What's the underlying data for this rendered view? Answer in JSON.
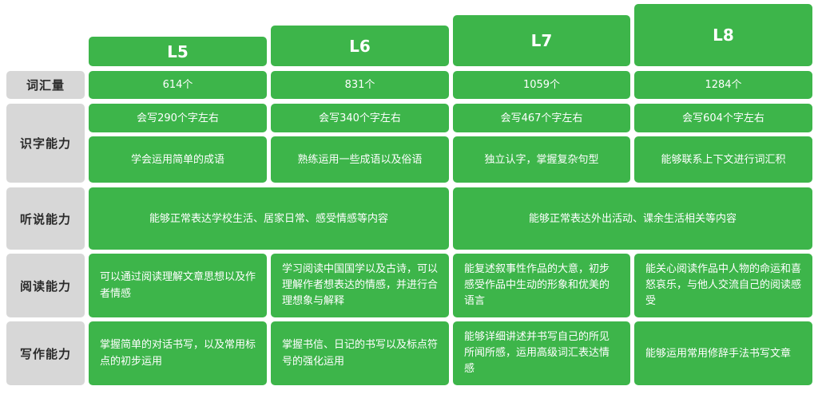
{
  "levels": [
    "L5",
    "L6",
    "L7",
    "L8"
  ],
  "rows": {
    "vocab": {
      "label": "词汇量",
      "values": [
        "614个",
        "831个",
        "1059个",
        "1284个"
      ]
    },
    "literacy": {
      "label": "识字能力",
      "line1": [
        "会写290个字左右",
        "会写340个字左右",
        "会写467个字左右",
        "会写604个字左右"
      ],
      "line2": [
        "学会运用简单的成语",
        "熟练运用一些成语以及俗语",
        "独立认字，掌握复杂句型",
        "能够联系上下文进行词汇积"
      ]
    },
    "listening": {
      "label": "听说能力",
      "values": [
        "能够正常表达学校生活、居家日常、感受情感等内容",
        "能够正常表达外出活动、课余生活相关等内容"
      ]
    },
    "reading": {
      "label": "阅读能力",
      "values": [
        "可以通过阅读理解文章思想以及作者情感",
        "学习阅读中国国学以及古诗，可以理解作者想表达的情感，并进行合理想象与解释",
        "能复述叙事性作品的大意，初步感受作品中生动的形象和优美的语言",
        "能关心阅读作品中人物的命运和喜怒哀乐，与他人交流自己的阅读感受"
      ]
    },
    "writing": {
      "label": "写作能力",
      "values": [
        "掌握简单的对话书写，以及常用标点的初步运用",
        "掌握书信、日记的书写以及标点符号的强化运用",
        "能够详细讲述并书写自己的所见所闻所感，运用高级词汇表达情感",
        "能够运用常用修辞手法书写文章"
      ]
    }
  }
}
